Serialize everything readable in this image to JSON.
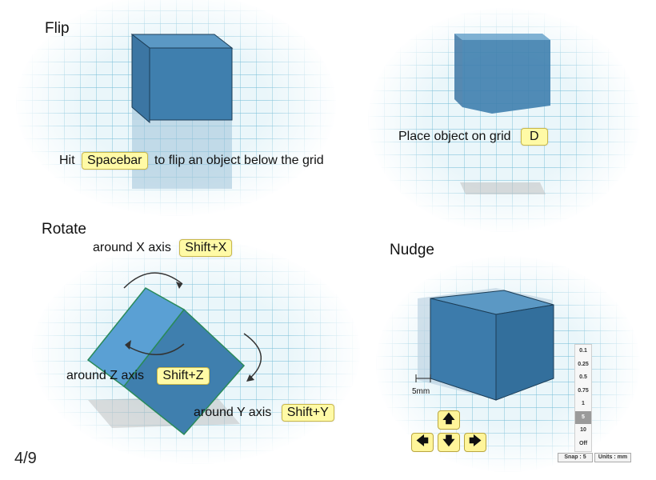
{
  "flip": {
    "title": "Flip",
    "text_before": "Hit",
    "key": "Spacebar",
    "text_after": "to flip an object below the grid"
  },
  "place": {
    "text": "Place object on grid",
    "key": "D"
  },
  "rotate": {
    "title": "Rotate",
    "x_label": "around X axis",
    "x_key": "Shift+X",
    "z_label": "around Z axis",
    "z_key": "Shift+Z",
    "y_label": "around Y axis",
    "y_key": "Shift+Y"
  },
  "nudge": {
    "title": "Nudge",
    "measure": "5mm",
    "keys": {
      "up": "up-arrow-icon",
      "left": "left-arrow-icon",
      "down": "down-arrow-icon",
      "right": "right-arrow-icon"
    }
  },
  "snap_panel": {
    "options": [
      "0.1",
      "0.25",
      "0.5",
      "0.75",
      "1",
      "5",
      "10",
      "Off"
    ],
    "selected": "5",
    "snap_label": "Snap : 5",
    "units_label": "Units : mm"
  },
  "page_indicator": "4/9",
  "colors": {
    "cube_front": "#3d7aa8",
    "cube_top": "#5a97c4",
    "cube_side": "#2f6690",
    "key_bg": "#fffaa6"
  }
}
